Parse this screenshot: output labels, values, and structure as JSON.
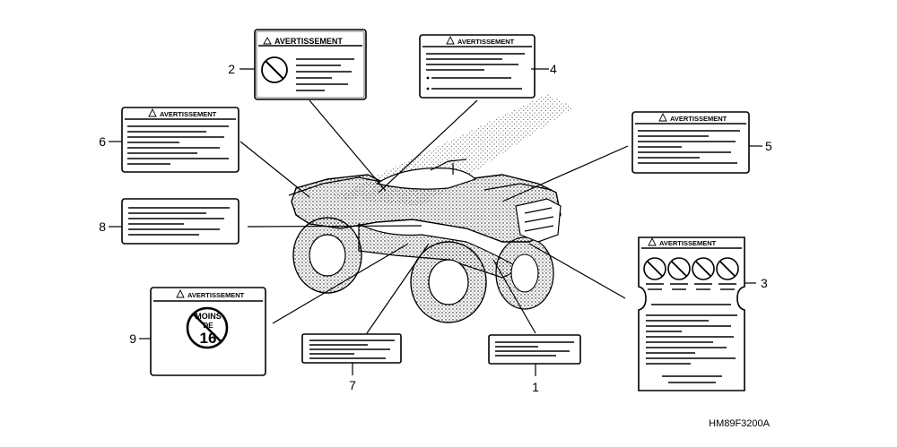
{
  "labels": {
    "warning_title": "AVERTISSEMENT",
    "age_badge_line1": "MOINS",
    "age_badge_line2": "DE",
    "age_badge_number": "16"
  },
  "callouts": [
    "1",
    "2",
    "3",
    "4",
    "5",
    "6",
    "7",
    "8",
    "9"
  ],
  "drawing_code": "HM89F3200A"
}
